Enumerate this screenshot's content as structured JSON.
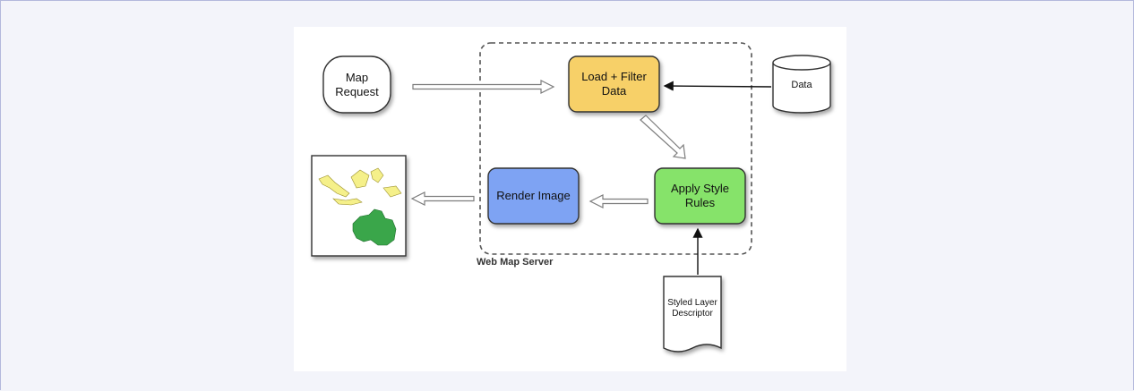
{
  "diagram": {
    "nodes": {
      "map_request": "Map\nRequest",
      "load_filter": "Load + Filter\nData",
      "data_store": "Data",
      "apply_style": "Apply Style\nRules",
      "render_image": "Render Image",
      "sld_doc": "Styled Layer\nDescriptor"
    },
    "group_label": "Web Map Server",
    "colors": {
      "load_filter": "#f7d067",
      "apply_style": "#86e36a",
      "render_image": "#7ea3f3",
      "land_yellow": "#f5f08a",
      "land_green": "#3aa64a"
    }
  }
}
